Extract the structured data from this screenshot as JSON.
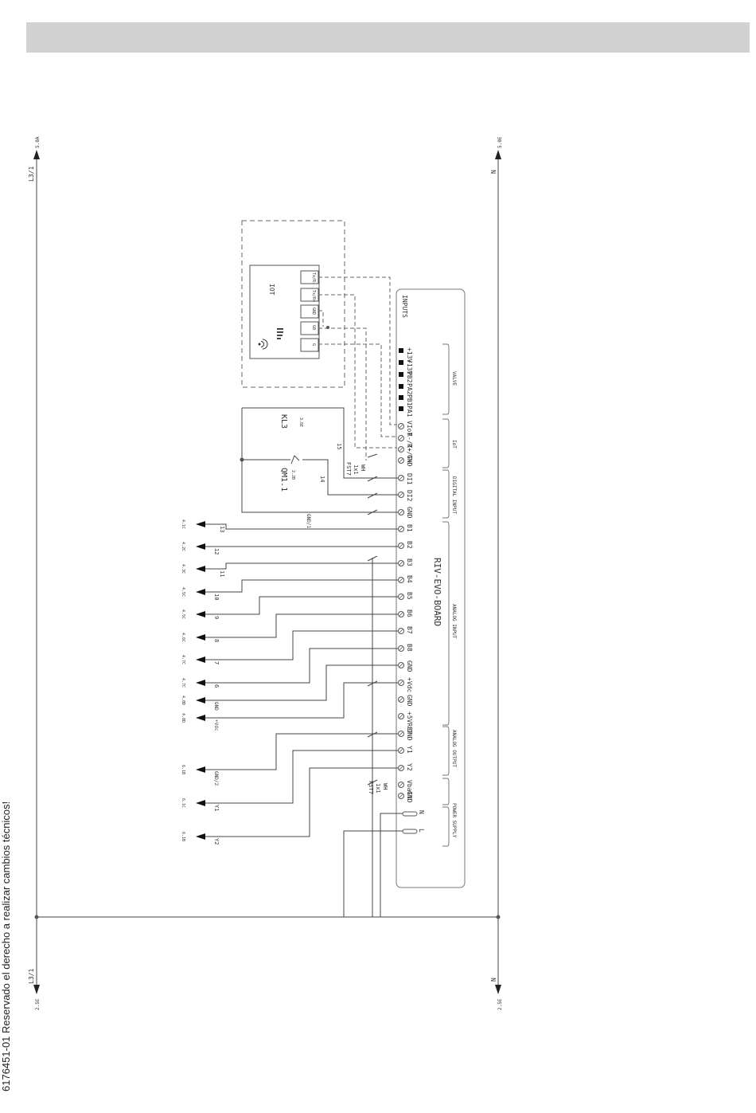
{
  "document": {
    "side_note": "6176451-01 Reservado el derecho a realizar cambios técnicos!"
  },
  "rails": {
    "l_top": "L3/1",
    "l_top_ref": "5.0A",
    "l_bottom": "L3/1",
    "l_bottom_ref": "2.5E",
    "n_top": "N",
    "n_top_ref": "5.0E",
    "n_bottom": "N",
    "n_bottom_ref": "2.5E"
  },
  "iot_module": {
    "title": "IOT",
    "pins": [
      "Tx/R-",
      "Tx/R+",
      "GND",
      "G0",
      "G"
    ]
  },
  "board": {
    "name": "RIV-EVO-BOARD",
    "inputs_label": "INPUTS",
    "groups": [
      "VALVE",
      "IoT",
      "DIGITAL INPUT",
      "ANALOG INPUT",
      "ANALOG OUTPUT",
      "POWER SUPPLY"
    ],
    "valve_terminals": [
      "+13V",
      "+13V",
      "PB2",
      "PA2",
      "PB1",
      "PA1"
    ],
    "terminals": [
      "VIoT",
      "R-/T-",
      "R+/T+",
      "GND",
      "DI1",
      "DI2",
      "GND",
      "B1",
      "B2",
      "B3",
      "B4",
      "B5",
      "B6",
      "B7",
      "B8",
      "GND",
      "+Vdc",
      "GND",
      "+5VREF",
      "GND",
      "Y1",
      "Y2",
      "Vbatt",
      "GND",
      "N",
      "L"
    ]
  },
  "components": {
    "kl3": "KL3",
    "kl3_ref": "3.6E",
    "qm": "QM1.1",
    "qm_ref": "2.2B",
    "wire15": "15",
    "wire14": "14",
    "fst_top": [
      "FST7",
      "1x1",
      "WH"
    ],
    "fst_bottom": [
      "FST7",
      "1x1",
      "WH"
    ]
  },
  "signals": [
    {
      "label": "13",
      "ref": "4.1C"
    },
    {
      "label": "12",
      "ref": "4.2C"
    },
    {
      "label": "11",
      "ref": "4.3C"
    },
    {
      "label": "10",
      "ref": "4.5C"
    },
    {
      "label": "9",
      "ref": "4.5C"
    },
    {
      "label": "8",
      "ref": "4.6C"
    },
    {
      "label": "7",
      "ref": "4.7C"
    },
    {
      "label": "6",
      "ref": "4.7C"
    },
    {
      "label": "GND",
      "ref": "4.0D"
    },
    {
      "label": "+Vdc",
      "ref": "4.0D"
    },
    {
      "label": "GND/2",
      "ref": "6.1B"
    },
    {
      "label": "Y1",
      "ref": "6.1C"
    },
    {
      "label": "Y2",
      "ref": "6.1B"
    }
  ],
  "wire_labels": {
    "gnd1": "GND/1"
  }
}
